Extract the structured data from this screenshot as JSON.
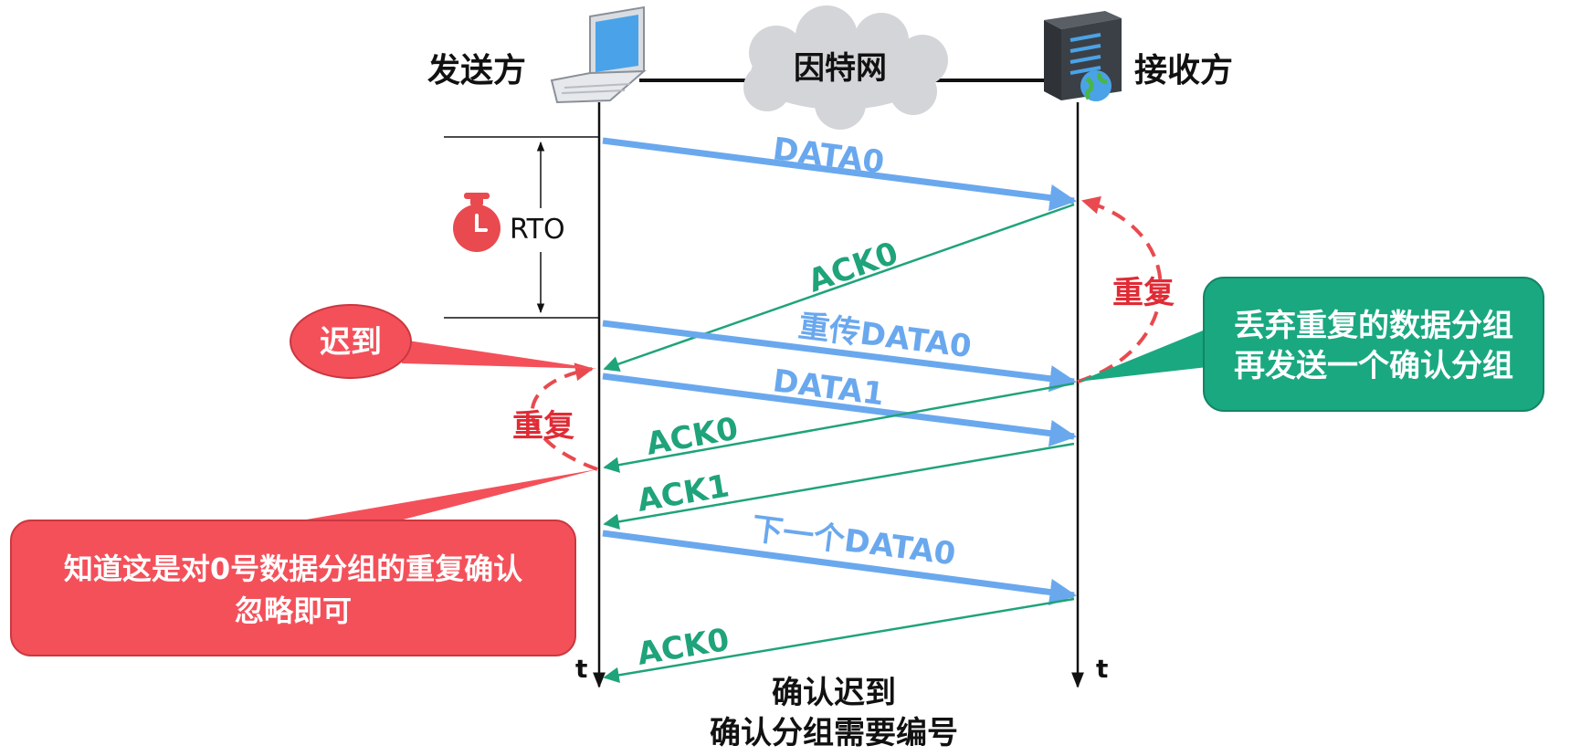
{
  "sender": {
    "label": "发送方"
  },
  "receiver": {
    "label": "接收方"
  },
  "network": {
    "label": "因特网"
  },
  "timer": {
    "label": "RTO"
  },
  "time_axis": {
    "sender_label": "t",
    "receiver_label": "t"
  },
  "messages": {
    "data0": "DATA0",
    "ack0_first": "ACK0",
    "retransmit_data0": "重传DATA0",
    "data1": "DATA1",
    "ack0_second": "ACK0",
    "ack1": "ACK1",
    "next_data0": "下一个DATA0",
    "ack0_third": "ACK0"
  },
  "annotations": {
    "late": "迟到",
    "duplicate_receiver": "重复",
    "duplicate_sender": "重复",
    "receiver_action": [
      "丢弃重复的数据分组",
      "再发送一个确认分组"
    ],
    "sender_action": [
      "知道这是对0号数据分组的重复确认",
      "忽略即可"
    ],
    "conclusion": [
      "确认迟到",
      "确认分组需要编号"
    ]
  },
  "colors": {
    "data_arrow": "#6aa8ee",
    "ack_arrow": "#1fa37a",
    "callout_red": "#f4505a",
    "callout_green": "#1aa880",
    "dashed_red": "#e84a4f"
  }
}
